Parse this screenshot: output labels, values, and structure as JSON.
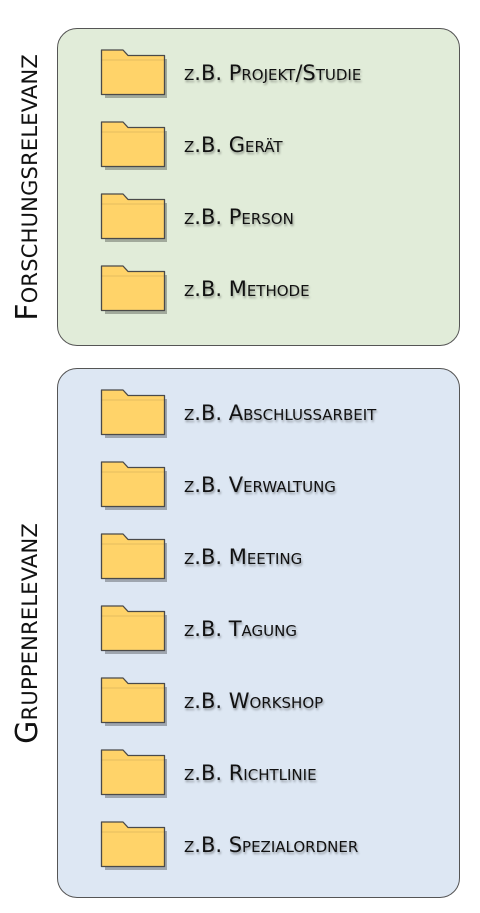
{
  "colors": {
    "research_panel_fill": "#e1ecd9",
    "group_panel_fill": "#dde7f3",
    "folder_fill": "#ffd369",
    "folder_stroke": "#4a4a4a"
  },
  "research": {
    "title": "Forschungsrelevanz",
    "items": [
      {
        "label": "z.B. Projekt/Studie",
        "icon": "folder-icon"
      },
      {
        "label": "z.B. Gerät",
        "icon": "folder-icon"
      },
      {
        "label": "z.B. Person",
        "icon": "folder-icon"
      },
      {
        "label": "z.B. Methode",
        "icon": "folder-icon"
      }
    ]
  },
  "group": {
    "title": "Gruppenrelevanz",
    "items": [
      {
        "label": "z.B. Abschlussarbeit",
        "icon": "folder-icon"
      },
      {
        "label": "z.B. Verwaltung",
        "icon": "folder-icon"
      },
      {
        "label": "z.B. Meeting",
        "icon": "folder-icon"
      },
      {
        "label": "z.B. Tagung",
        "icon": "folder-icon"
      },
      {
        "label": "z.B. Workshop",
        "icon": "folder-icon"
      },
      {
        "label": "z.B. Richtlinie",
        "icon": "folder-icon"
      },
      {
        "label": "z.B. Spezialordner",
        "icon": "folder-icon"
      }
    ]
  }
}
